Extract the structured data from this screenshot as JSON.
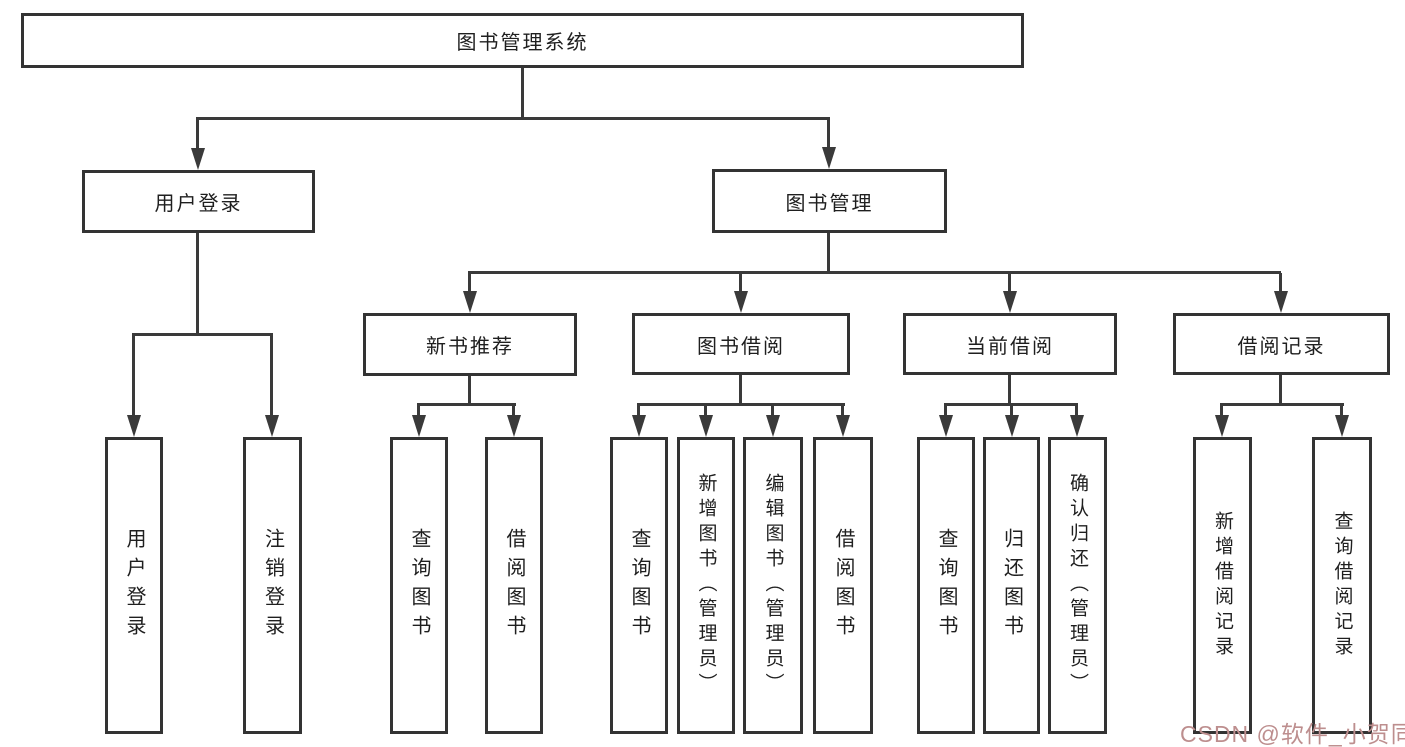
{
  "tree": {
    "root": {
      "label": "图书管理系统"
    },
    "branches": [
      {
        "label": "用户登录",
        "leaves": [
          {
            "label": "用户登录"
          },
          {
            "label": "注销登录"
          }
        ]
      },
      {
        "label": "图书管理",
        "sections": [
          {
            "label": "新书推荐",
            "leaves": [
              {
                "label": "查询图书"
              },
              {
                "label": "借阅图书"
              }
            ]
          },
          {
            "label": "图书借阅",
            "leaves": [
              {
                "label": "查询图书"
              },
              {
                "label": "新增图书（管理员）"
              },
              {
                "label": "编辑图书（管理员）"
              },
              {
                "label": "借阅图书"
              }
            ]
          },
          {
            "label": "当前借阅",
            "leaves": [
              {
                "label": "查询图书"
              },
              {
                "label": "归还图书"
              },
              {
                "label": "确认归还（管理员）"
              }
            ]
          },
          {
            "label": "借阅记录",
            "leaves": [
              {
                "label": "新增借阅记录"
              },
              {
                "label": "查询借阅记录"
              }
            ]
          }
        ]
      }
    ]
  },
  "watermark": {
    "text": "CSDN @软件_小贺同学"
  },
  "colors": {
    "line": "#3a3a3a",
    "border": "#333333",
    "text": "#1f1f1f",
    "bg": "#ffffff",
    "wm": "#bd8e8e"
  }
}
